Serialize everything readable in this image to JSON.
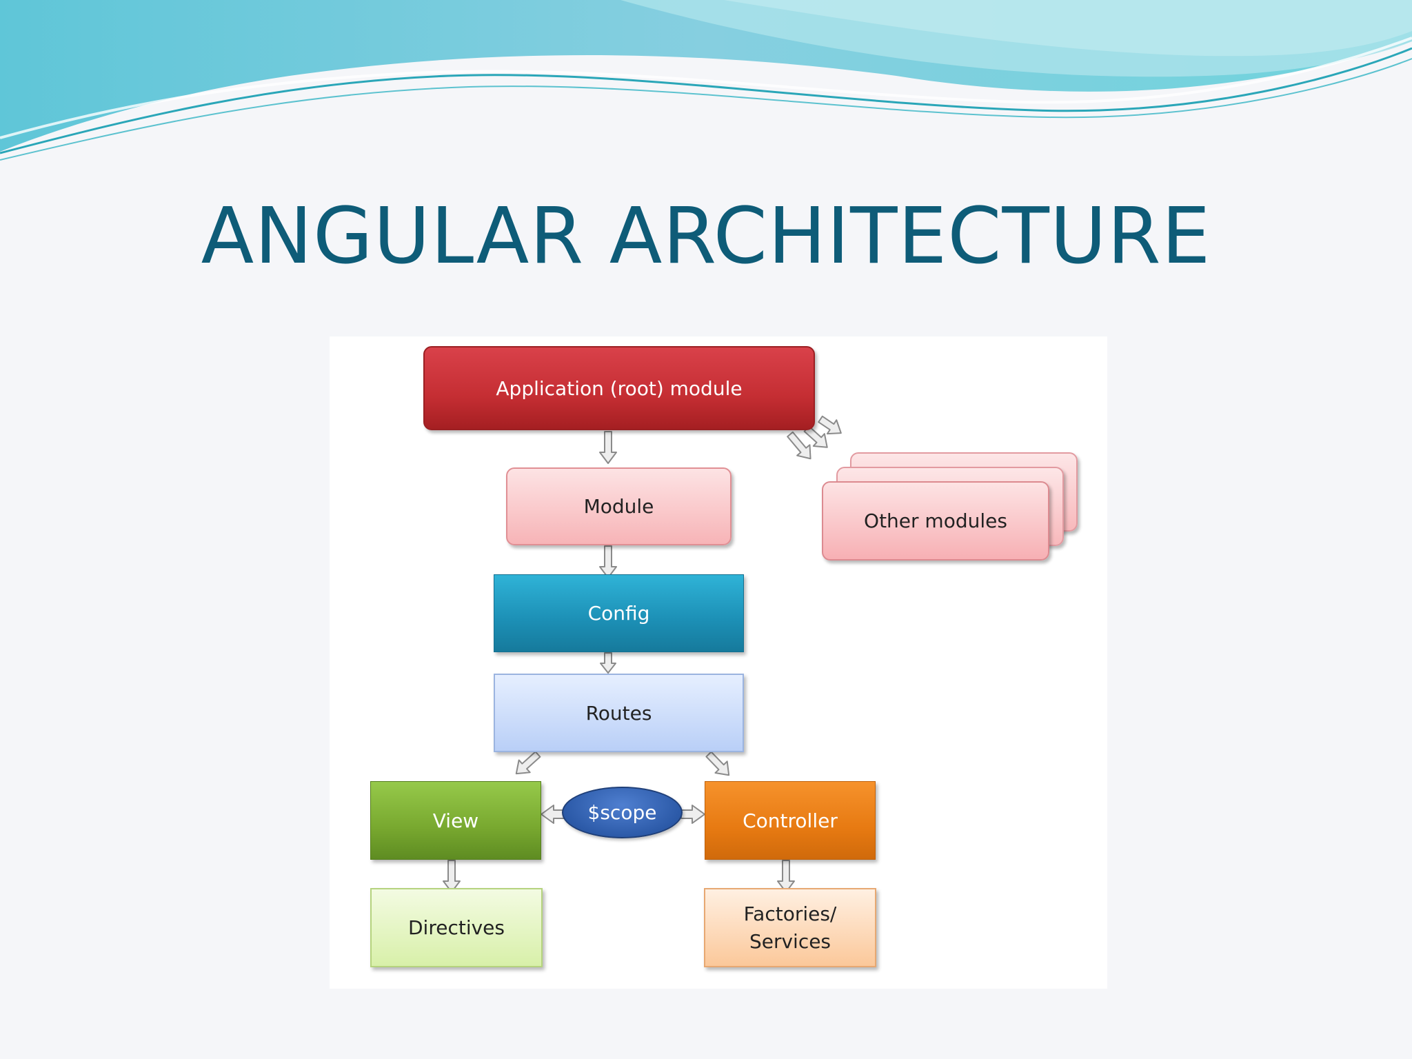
{
  "slide": {
    "title": "ANGULAR ARCHITECTURE"
  },
  "colors": {
    "title": "#0e5c78",
    "root_module": "#c52e33",
    "config": "#1c8fb5",
    "view": "#78a82f",
    "controller": "#e77a12",
    "scope": "#2c5aa8"
  },
  "diagram": {
    "root_module": "Application (root) module",
    "module": "Module",
    "other_modules": "Other modules",
    "config": "Config",
    "routes": "Routes",
    "view": "View",
    "scope": "$scope",
    "controller": "Controller",
    "directives": "Directives",
    "factories_services": "Factories/\nServices"
  }
}
